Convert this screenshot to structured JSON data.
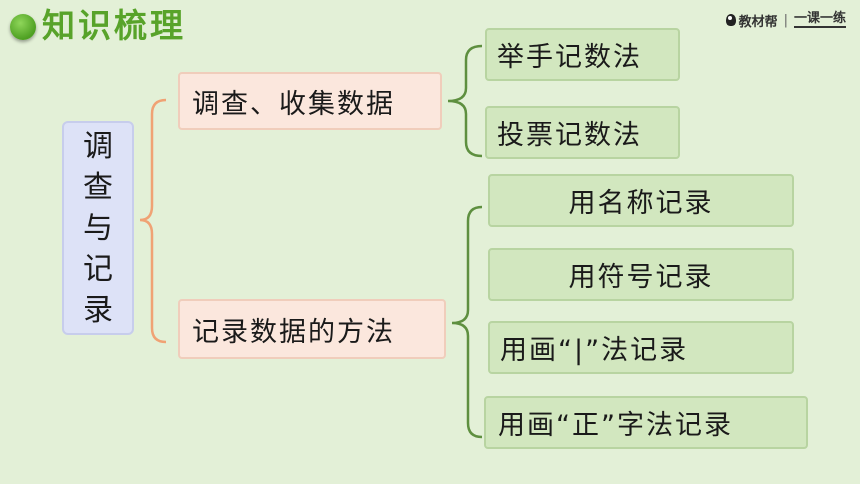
{
  "header": {
    "title": "知识梳理",
    "brand_name": "教材帮",
    "brand_separator": "|",
    "brand_slogan": "一课一练"
  },
  "colors": {
    "title_green": "#58a32a",
    "background": "#e3f0d7",
    "root_fill": "#dde2f7",
    "category_fill": "#fbe7dd",
    "leaf_fill": "#d2e7bf",
    "orange_connector": "#f0a274",
    "green_connector": "#5e8f3f"
  },
  "mindmap": {
    "root": {
      "label": "调查与记录"
    },
    "categories": [
      {
        "label": "调查、收集数据",
        "children": [
          "举手记数法",
          "投票记数法"
        ]
      },
      {
        "label": "记录数据的方法",
        "children": [
          "用名称记录",
          "用符号记录",
          "用画“|”法记录",
          "用画“正”字法记录"
        ]
      }
    ]
  }
}
